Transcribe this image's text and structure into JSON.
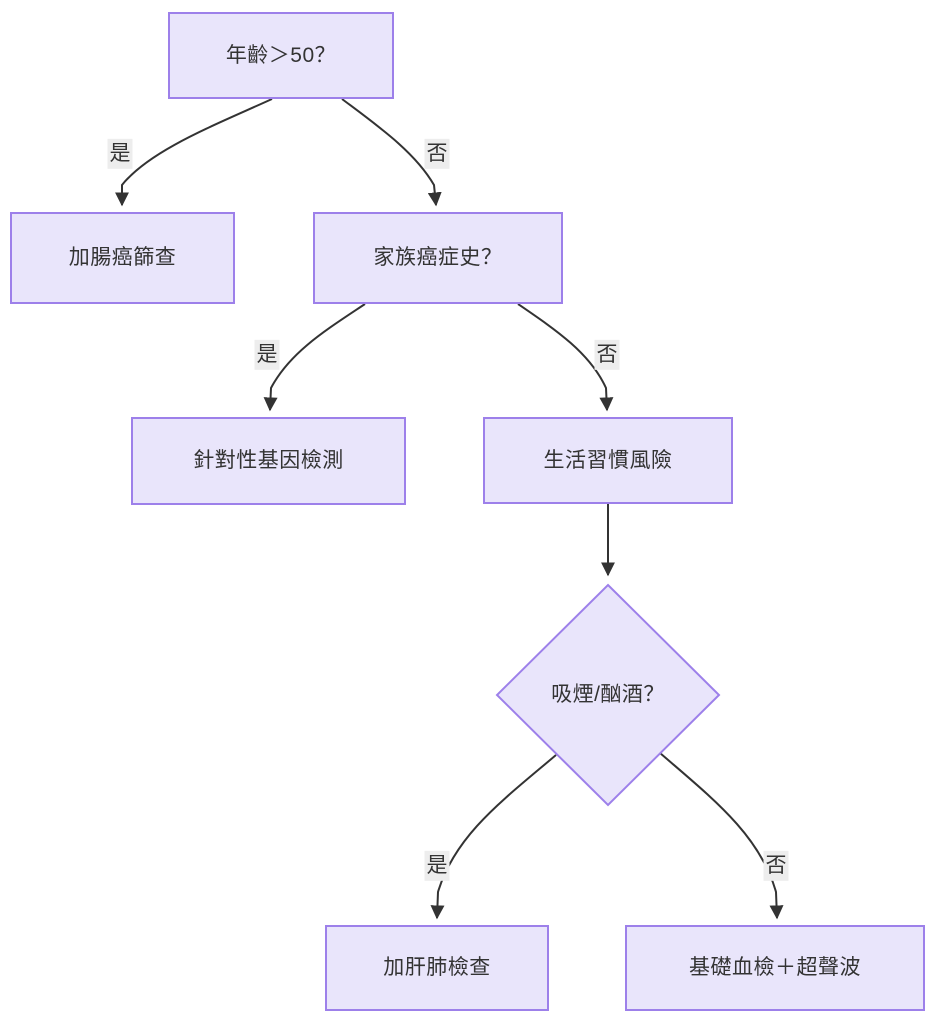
{
  "diagram": {
    "type": "flowchart",
    "direction": "top-down",
    "background_color": "#ffffff",
    "node_fill_color": "#e9e5fb",
    "node_border_color": "#9d80ea",
    "node_text_color": "#333333",
    "edge_color": "#333333",
    "edge_label_background_color": "#ededed",
    "nodes": [
      {
        "id": "age",
        "label": "年齡＞50？",
        "shape": "rect"
      },
      {
        "id": "colon",
        "label": "加腸癌篩查",
        "shape": "rect"
      },
      {
        "id": "family",
        "label": "家族癌症史？",
        "shape": "rect"
      },
      {
        "id": "gene",
        "label": "針對性基因檢測",
        "shape": "rect"
      },
      {
        "id": "lifestyle",
        "label": "生活習慣風險",
        "shape": "rect"
      },
      {
        "id": "smoke",
        "label": "吸煙/酗酒？",
        "shape": "diamond"
      },
      {
        "id": "liverlung",
        "label": "加肝肺檢查",
        "shape": "rect"
      },
      {
        "id": "basic",
        "label": "基礎血檢＋超聲波",
        "shape": "rect"
      }
    ],
    "edges": [
      {
        "from": "age",
        "to": "colon",
        "label": "是"
      },
      {
        "from": "age",
        "to": "family",
        "label": "否"
      },
      {
        "from": "family",
        "to": "gene",
        "label": "是"
      },
      {
        "from": "family",
        "to": "lifestyle",
        "label": "否"
      },
      {
        "from": "lifestyle",
        "to": "smoke",
        "label": ""
      },
      {
        "from": "smoke",
        "to": "liverlung",
        "label": "是"
      },
      {
        "from": "smoke",
        "to": "basic",
        "label": "否"
      }
    ],
    "edge_labels": {
      "age_yes": "是",
      "age_no": "否",
      "family_yes": "是",
      "family_no": "否",
      "smoke_yes": "是",
      "smoke_no": "否"
    }
  }
}
